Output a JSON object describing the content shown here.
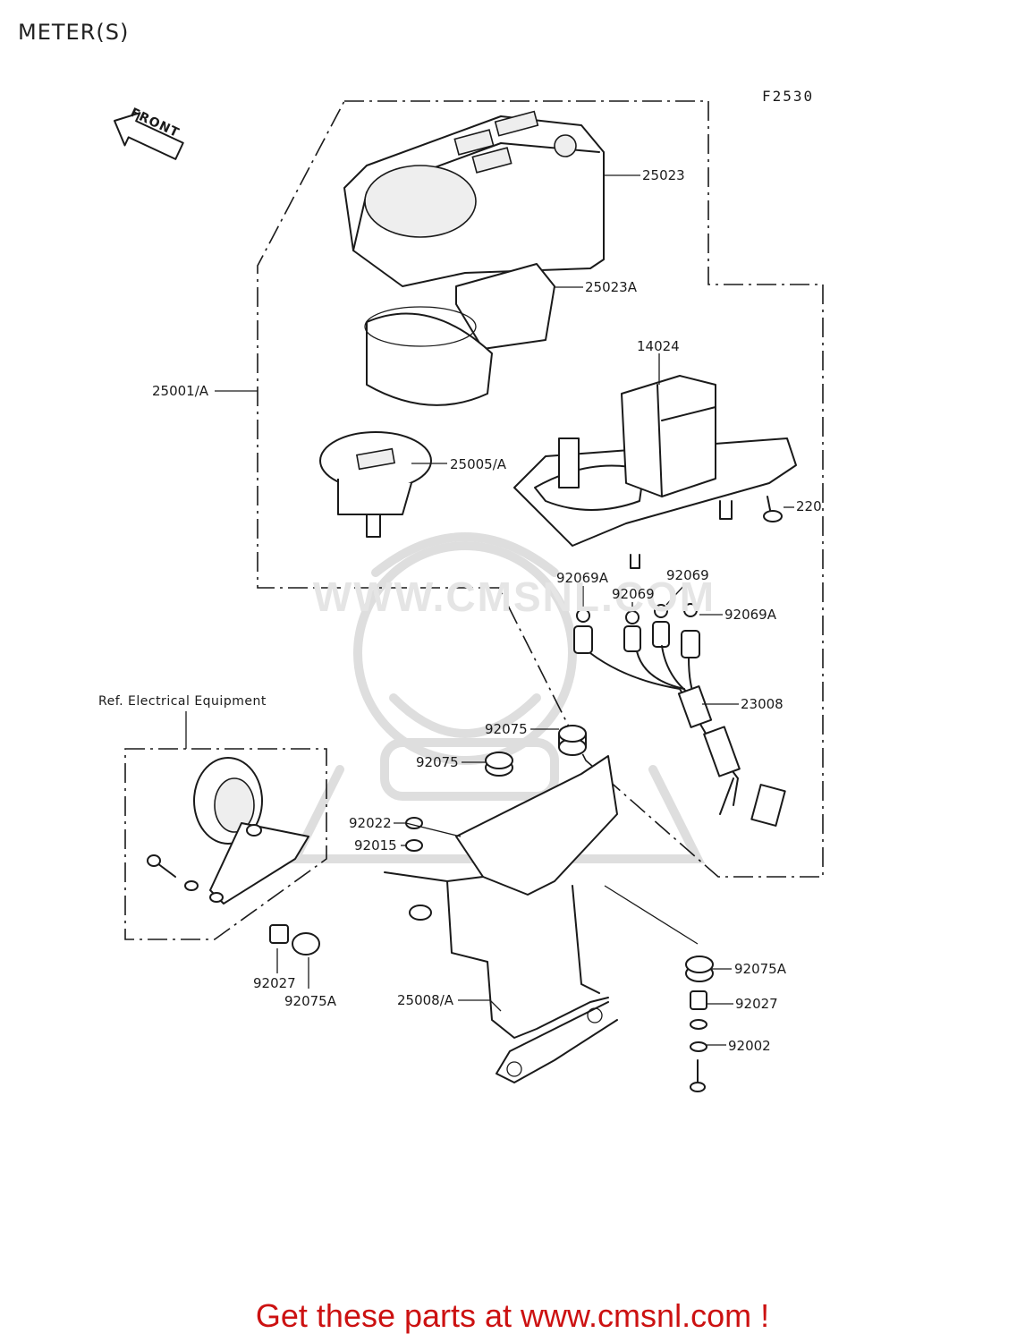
{
  "title": "METER(S)",
  "figure_code": "F2530",
  "front_label": "FRONT",
  "reference_note": "Ref. Electrical Equipment",
  "watermark_text": "WWW.CMSNL.COM",
  "promo_text": "Get these parts at www.cmsnl.com !",
  "colors": {
    "line": "#1a1a1a",
    "promo": "#cc1111",
    "watermark": "#e5e5e5"
  },
  "part_labels": {
    "p25023": "25023",
    "p25023a": "25023A",
    "p14024": "14024",
    "p25001a": "25001/A",
    "p25005a": "25005/A",
    "p220": "220",
    "p92069a_left": "92069A",
    "p92069_mid": "92069",
    "p92069_top": "92069",
    "p92069a_right": "92069A",
    "p23008": "23008",
    "p92075_top": "92075",
    "p92075_left": "92075",
    "p92022": "92022",
    "p92015": "92015",
    "p92027_left": "92027",
    "p92075a_left": "92075A",
    "p25008a": "25008/A",
    "p92075a_right": "92075A",
    "p92027_right": "92027",
    "p92002": "92002"
  }
}
